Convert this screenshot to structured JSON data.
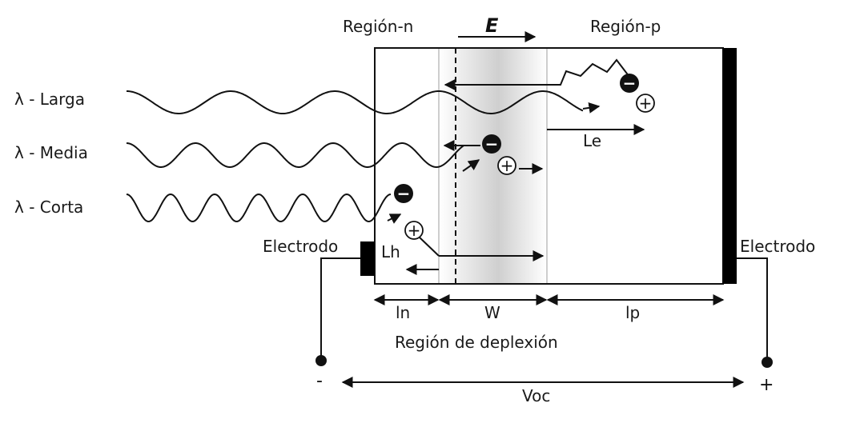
{
  "labels": {
    "region_n": "Región-n",
    "region_p": "Región-p",
    "field": "E",
    "wave_long": "λ - Larga",
    "wave_medium": "λ - Media",
    "wave_short": "λ - Corta",
    "electrode_left": "Electrodo",
    "electrode_right": "Electrodo",
    "diffusion_electrons": "Le",
    "diffusion_holes": "Lh",
    "width_n": "ln",
    "width_depletion": "W",
    "width_p": "lp",
    "depletion_region": "Región de deplexión",
    "terminal_negative": "-",
    "terminal_positive": "+",
    "open_circuit_voltage": "Voc"
  },
  "carriers": {
    "electron_symbol": "−",
    "hole_symbol": "+"
  },
  "colors": {
    "ink": "#111111",
    "electrode": "#000000",
    "depletion_shade": "#cfcfcf",
    "background": "#ffffff"
  }
}
